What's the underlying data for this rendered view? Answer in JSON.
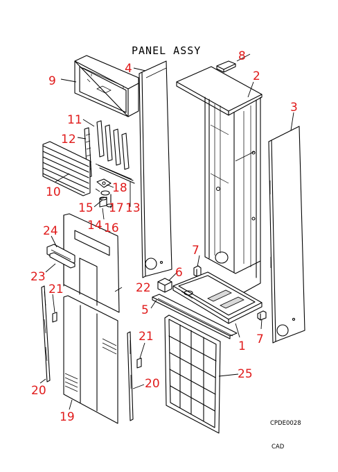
{
  "title": "PANEL ASSY",
  "drawing_code": "CPDE0028",
  "footer": "CAD",
  "callouts": {
    "c1": "1",
    "c2": "2",
    "c3": "3",
    "c4": "4",
    "c5": "5",
    "c6": "6",
    "c7a": "7",
    "c7b": "7",
    "c8": "8",
    "c9": "9",
    "c10": "10",
    "c11": "11",
    "c12": "12",
    "c13": "13",
    "c14": "14",
    "c15": "15",
    "c16": "16",
    "c17": "17",
    "c18": "18",
    "c19": "19",
    "c20a": "20",
    "c20b": "20",
    "c21a": "21",
    "c21b": "21",
    "c22": "22",
    "c23": "23",
    "c24": "24",
    "c25": "25"
  },
  "colors": {
    "callout": "#e01a1a",
    "line": "#000000",
    "background": "#ffffff"
  }
}
